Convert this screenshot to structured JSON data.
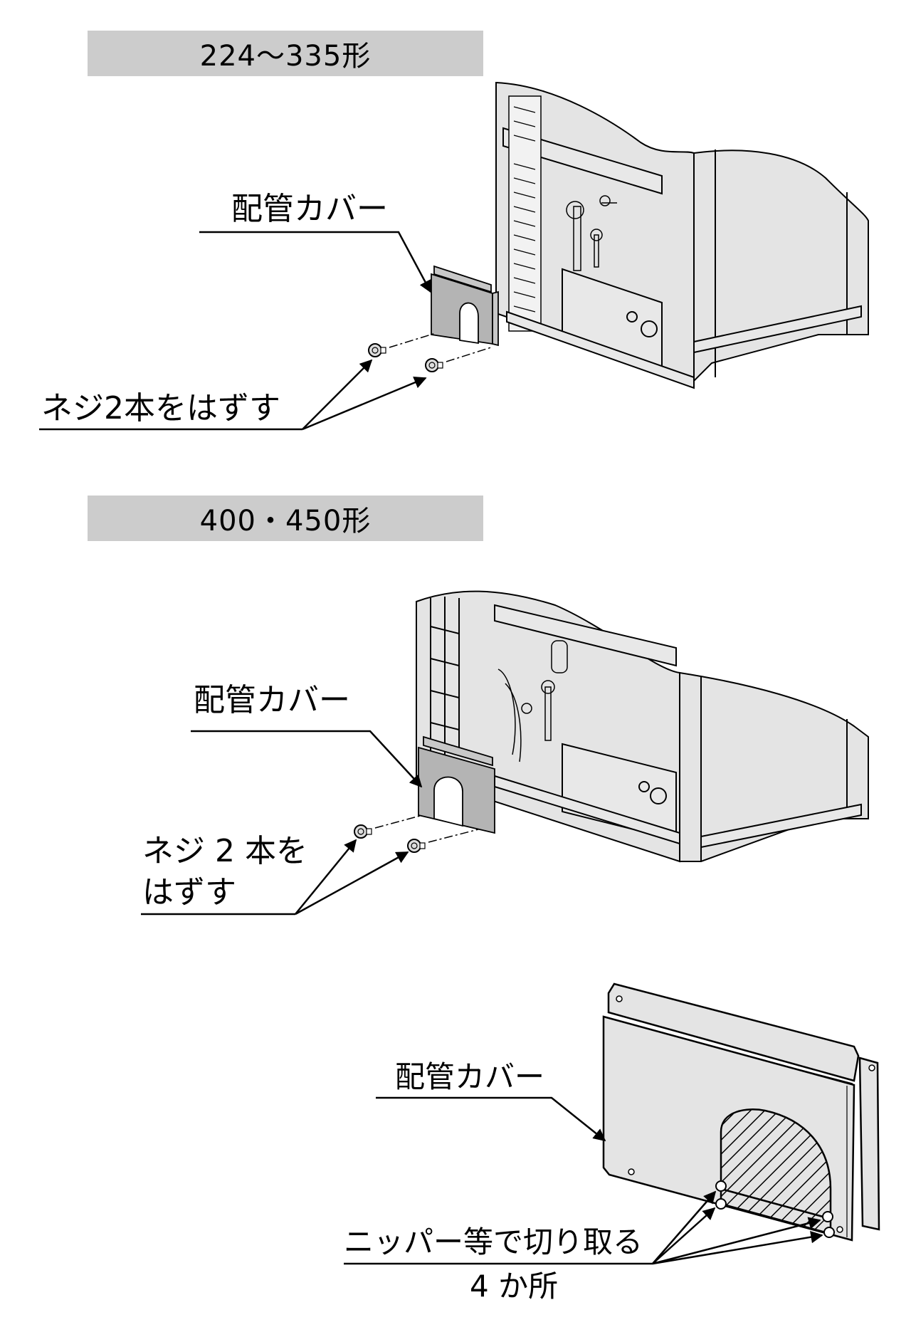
{
  "sections": [
    {
      "header": "224〜335形",
      "cover_label": "配管カバー",
      "screw_instruction": "ネジ2本をはずす"
    },
    {
      "header": "400・450形",
      "cover_label": "配管カバー",
      "screw_instruction_line1": "ネジ 2 本を",
      "screw_instruction_line2": "はずす"
    },
    {
      "cover_label": "配管カバー",
      "cut_instruction": "ニッパー等で切り取る",
      "cut_count": "4 か所"
    }
  ],
  "colors": {
    "header_bg": "#cccccc",
    "unit_fill": "#e4e4e4",
    "cover_fill": "#b4b4b4",
    "line": "#000000"
  }
}
